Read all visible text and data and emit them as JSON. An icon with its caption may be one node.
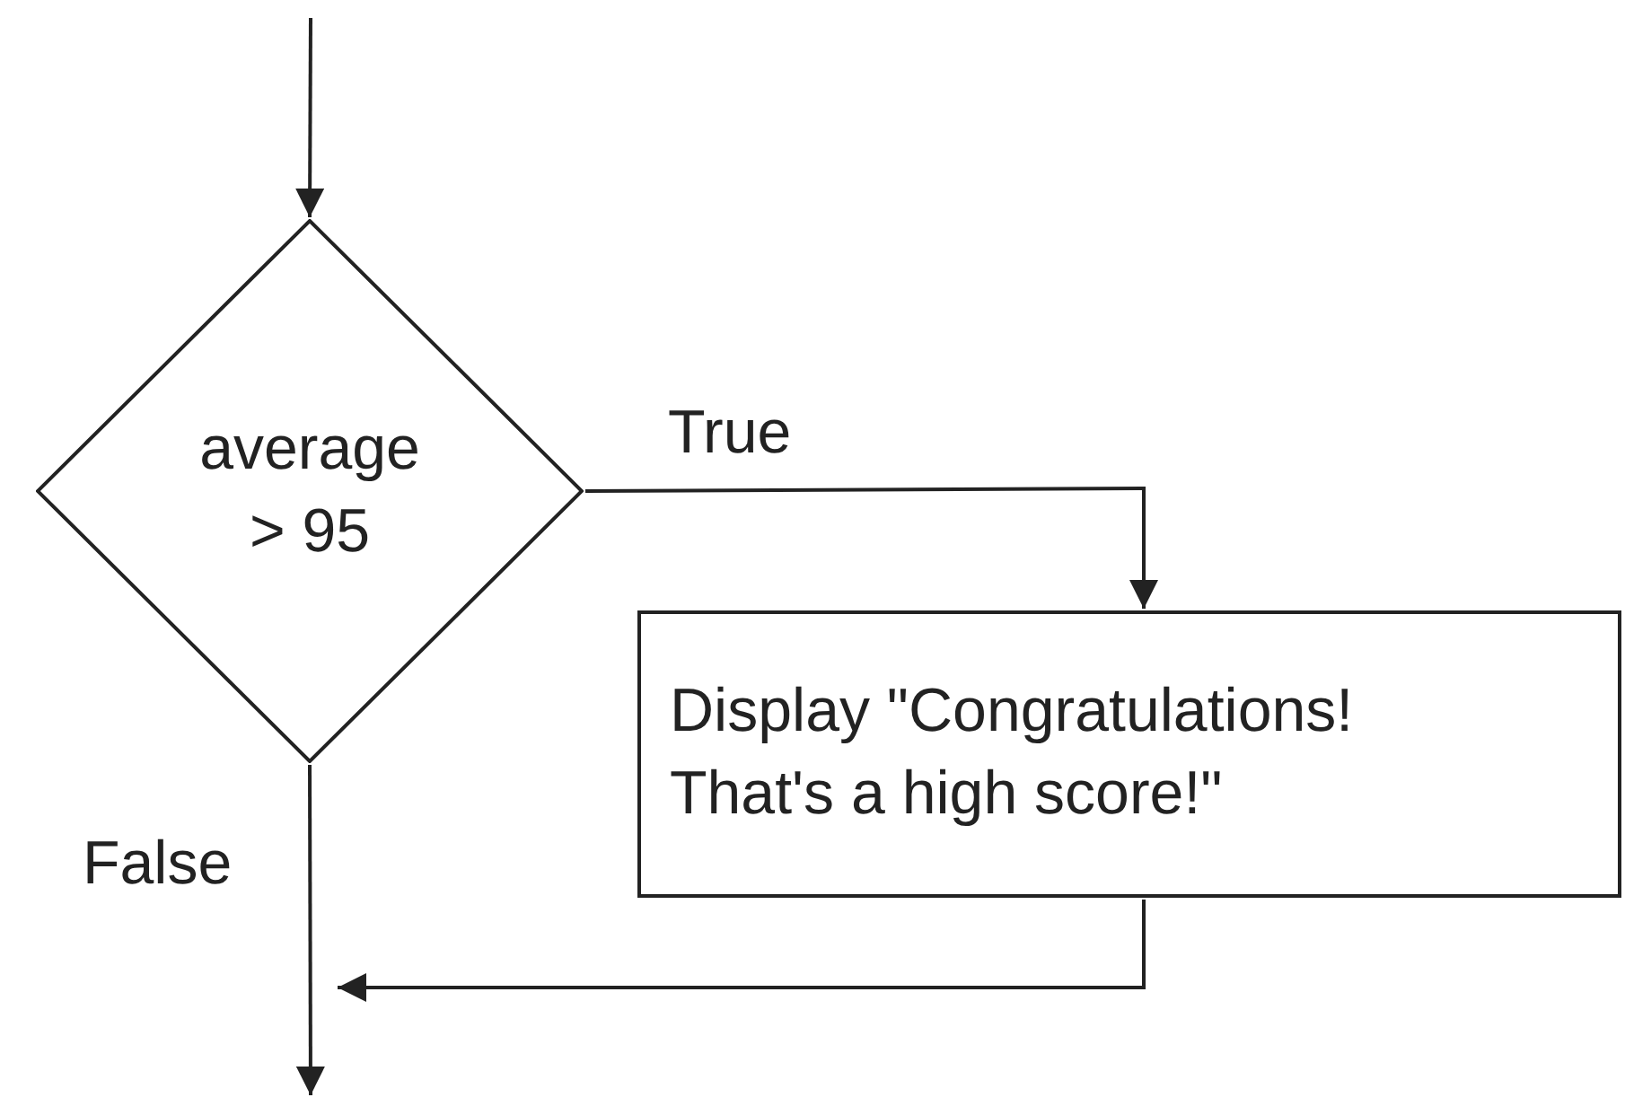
{
  "diagram": {
    "nodes": [
      {
        "text": [
          "average > 95"
        ]
      },
      {
        "text": [
          "Display \"Congratulations! That's a high score!\""
        ]
      }
    ],
    "edges": [
      {
        "from": null,
        "to": 0,
        "arrow": "to"
      },
      {
        "from": 0,
        "to": 1,
        "arrow": "to",
        "label": "True"
      },
      {
        "from": 0,
        "to": null,
        "arrow": "to",
        "label": "False"
      },
      {
        "from": 1,
        "to": null,
        "arrow": "to"
      }
    ]
  }
}
